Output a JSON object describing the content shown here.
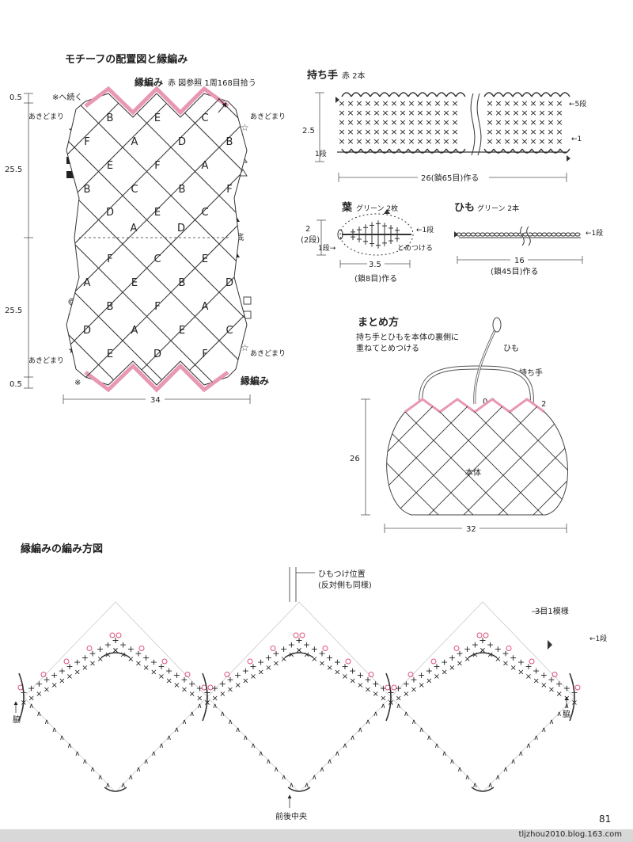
{
  "layout_section": {
    "title": "モチーフの配置図と縁編み",
    "border_label": "縁編み",
    "border_note": "赤 図参照 1周168目拾う",
    "continue_note": "※へ続く",
    "gap_label": "あきどまり",
    "gap_label_right": "あきどまり",
    "bottom_label": "←底",
    "border_label_bottom": "縁編み",
    "asterisk": "※",
    "dim_top": "0.5",
    "dim_upper": "25.5",
    "dim_lower": "25.5",
    "dim_bottom": "0.5",
    "dim_width": "34",
    "rows": [
      [
        "B",
        "E",
        "C"
      ],
      [
        "F",
        "A",
        "D",
        "B"
      ],
      [
        "E",
        "F",
        "A"
      ],
      [
        "B",
        "C",
        "B",
        "F"
      ],
      [
        "D",
        "E",
        "C"
      ],
      [
        "A",
        "D"
      ],
      [
        "F",
        "C",
        "E"
      ],
      [
        "A",
        "E",
        "B",
        "D"
      ],
      [
        "B",
        "F",
        "A"
      ],
      [
        "D",
        "A",
        "E",
        "C"
      ],
      [
        "E",
        "D",
        "F"
      ]
    ]
  },
  "handle_section": {
    "title": "持ち手",
    "note": "赤 2本",
    "dim_height": "2.5",
    "dim_width": "26(鎖65目)作る",
    "round_label": "1段",
    "round_label_right": "←5段",
    "round_label_right2": "←1"
  },
  "leaf_section": {
    "title": "葉",
    "note": "グリーン 2枚",
    "dim_height": "2",
    "dim_height2": "(2段)",
    "round1_left": "1段→",
    "round1_right": "←1段",
    "attach_note": "とめつける",
    "dim_width": "3.5",
    "dim_chain": "(鎖8目)作る"
  },
  "string_section": {
    "title": "ひも",
    "note": "グリーン 2本",
    "round_label": "←1段",
    "dim_width": "16",
    "dim_chain": "(鎖45目)作る"
  },
  "assembly_section": {
    "title": "まとめ方",
    "note_line1": "持ち手とひもを本体の裏側に",
    "note_line2": "重ねてとめつける",
    "string_label": "ひも",
    "handle_label": "持ち手",
    "body_label": "本体",
    "dim_small": "0.5",
    "dim_two": "2",
    "dim_height": "26",
    "dim_width": "32"
  },
  "border_chart": {
    "title": "縁編みの編み方図",
    "string_position": "ひもつけ位置",
    "string_position_note": "(反対側も同様)",
    "repeat_note": "3目1模様",
    "side_left": "脇",
    "side_right": "脇",
    "center_label": "前後中央",
    "round_label": "←1段"
  },
  "page_number": "81",
  "watermark": "tljzhou2010.blog.163.com",
  "colors": {
    "pink": "#e898b4",
    "ink": "#333333",
    "pink_stitch": "#e0507a"
  }
}
